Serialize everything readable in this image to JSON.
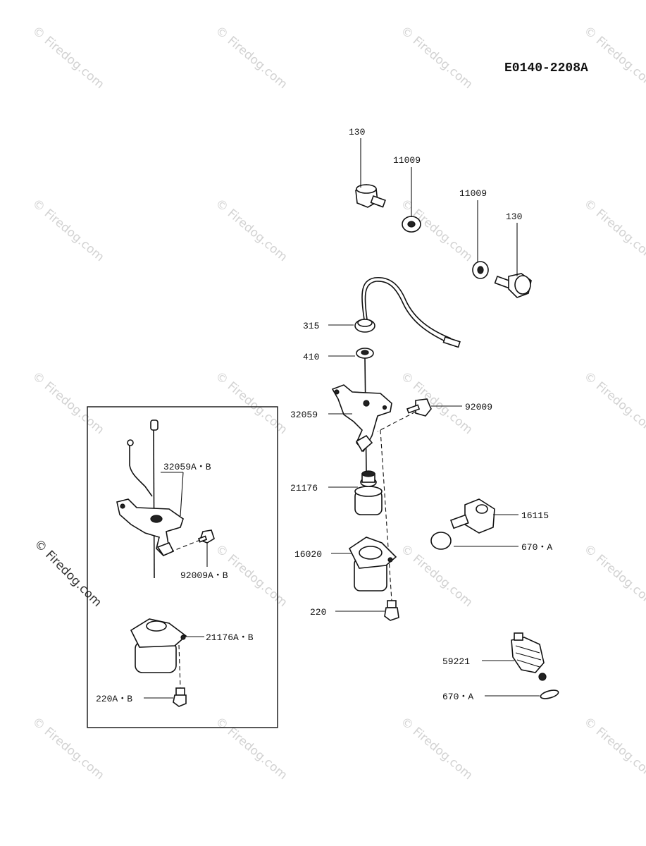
{
  "diagram_code": "E0140-2208A",
  "watermark": "© Firedog.com",
  "labels": {
    "p130_top": "130",
    "p11009_top": "11009",
    "p11009_right": "11009",
    "p130_right": "130",
    "p315": "315",
    "p410": "410",
    "p32059": "32059",
    "p92009": "92009",
    "p21176": "21176",
    "p16115": "16115",
    "p670a_1": "670・A",
    "p16020": "16020",
    "p220": "220",
    "p59221": "59221",
    "p670a_2": "670・A",
    "p32059ab": "32059A・B",
    "p92009ab": "92009A・B",
    "p21176ab": "21176A・B",
    "p220ab": "220A・B"
  }
}
